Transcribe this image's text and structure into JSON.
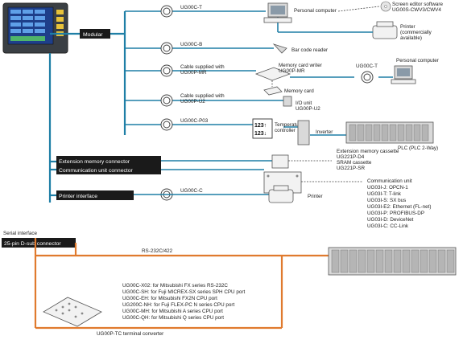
{
  "ports": {
    "modular": "Modular",
    "extension_memory": "Extension memory connector",
    "communication_unit": "Communication unit connector",
    "printer_interface": "Printer interface",
    "serial_interface": "Serial interface",
    "dsub": "25-pin D-sub connector"
  },
  "modular_rows": {
    "ug00c_t": "UG00C-T",
    "personal_computer": "Personal computer",
    "screen_editor_1": "Screen editor software",
    "screen_editor_2": "UG00S-CWV3/CWV4",
    "printer_1": "Printer",
    "printer_2": "(commercially",
    "printer_3": "available)",
    "ug00c_b": "UG00C-B",
    "bar_code": "Bar code reader",
    "cable_mr_1": "Cable supplied with",
    "cable_mr_2": "UG00P-MR",
    "mc_writer_1": "Memory card writer",
    "mc_writer_2": "UG00P-MR",
    "ug00c_t2": "UG00C-T",
    "personal_computer2": "Personal computer",
    "memory_card": "Memory card",
    "cable_u2_1": "Cable supplied with",
    "cable_u2_2": "UG00P-U2",
    "io_unit_1": "I/O unit",
    "io_unit_2": "UG00P-U2",
    "ug00c_p03": "UG00C-P03",
    "temp_ctrl_1": "Temperature",
    "temp_ctrl_2": "controller",
    "temp_value_1": "123↑",
    "temp_value_2": "123↓",
    "inverter": "Inverter",
    "plc": "PLC (PLC 2-Way)"
  },
  "extension": {
    "line1": "Extension memory cassette",
    "line2": "UG221P-D4",
    "line3": "SRAM cassette",
    "line4": "UG221P-SR"
  },
  "communication_units": {
    "title": "Communication unit",
    "items": [
      "UG03I-J: OPCN-1",
      "UG03I-T: T-link",
      "UG03I-S: SX bus",
      "UG03I-E2: Ethernet (FL-net)",
      "UG03I-P: PROFIBUS-DP",
      "UG03I-D: DeviceNet",
      "UG03I-C: CC-Link"
    ]
  },
  "printer_row": {
    "cable": "UG00C-C",
    "printer": "Printer"
  },
  "serial": {
    "rs232": "RS-232C/422",
    "cables": [
      "UG00C-X02: for Mitsubishi FX series RS-232C",
      "UG00C-SH: for Fuji MICREX-SX series SPH CPU port",
      "UG00C-EH: for Mitsubishi FX2N CPU port",
      "UG200C-NH: for Fuji FLEX-PC N series CPU port",
      "UG00C-MH: for Mitsubishi A series CPU port",
      "UG00C-QH: for Mitsubishi Q series CPU port"
    ],
    "terminal": "UG00P-TC terminal converter"
  }
}
